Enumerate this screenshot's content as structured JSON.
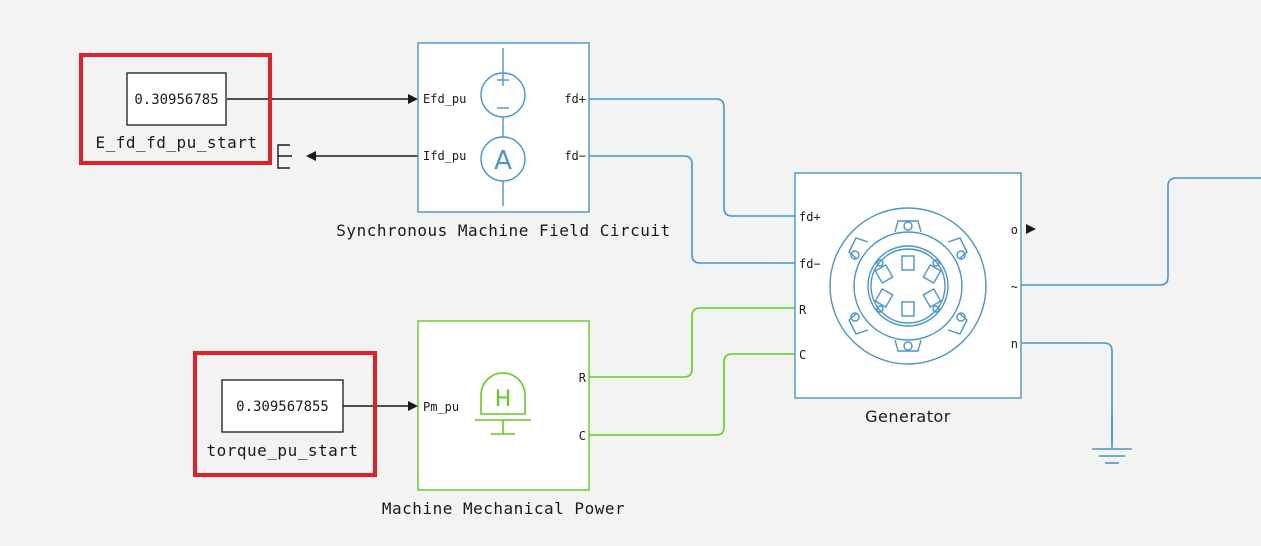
{
  "constants": [
    {
      "value": "0.30956785",
      "label": "E_fd_fd_pu_start"
    },
    {
      "value": "0.309567855",
      "label": "torque_pu_start"
    }
  ],
  "field_circuit": {
    "label": "Synchronous Machine Field Circuit",
    "ports": {
      "efd": "Efd_pu",
      "ifd": "Ifd_pu",
      "fd_plus": "fd+",
      "fd_minus": "fd−"
    }
  },
  "mech_power": {
    "label": "Machine Mechanical Power",
    "ports": {
      "pm": "Pm_pu",
      "r": "R",
      "c": "C"
    }
  },
  "generator": {
    "label": "Generator",
    "ports": {
      "fd_plus": "fd+",
      "fd_minus": "fd−",
      "r": "R",
      "c": "C",
      "o": "o",
      "ac": "~",
      "n": "n"
    }
  },
  "icons": {
    "voltage_source": "voltage-source-icon",
    "ammeter": "ammeter-icon",
    "ammeter_letter": "A",
    "mech_source": "mechanical-power-source-icon",
    "mech_letter": "H",
    "machine": "synchronous-machine-icon",
    "ground": "ground-icon"
  },
  "colors": {
    "electrical": "#4a95c9",
    "mechanical": "#5fce1e",
    "signal": "#1a1a1a",
    "highlight": "#e0202a",
    "block_bg": "#ffffff"
  }
}
